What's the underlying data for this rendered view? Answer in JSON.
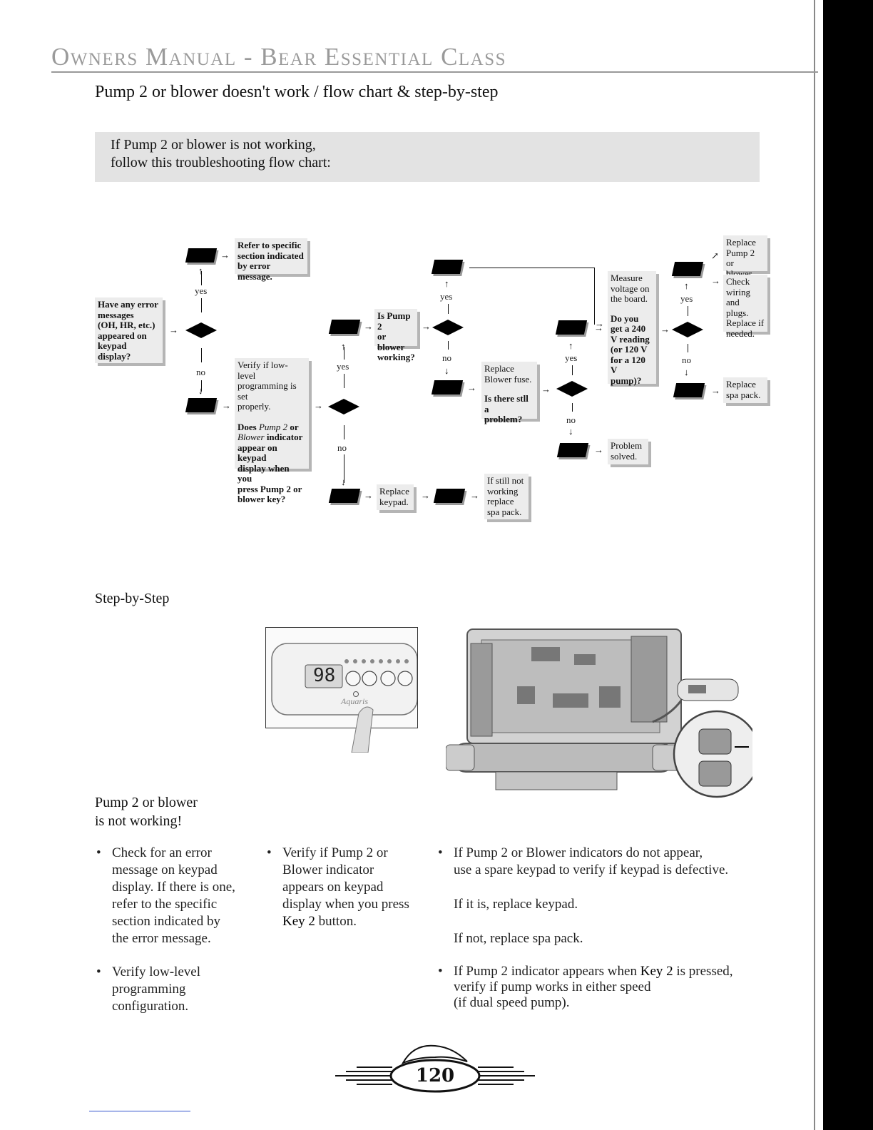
{
  "header": {
    "title": "Owners Manual - Bear Essential Class",
    "page_heading": "Pump 2 or blower doesn't work / flow chart & step-by-step"
  },
  "intro": {
    "line1": "If Pump 2 or blower is not working,",
    "line2": "follow this troubleshooting flow chart:"
  },
  "flowchart": {
    "start": [
      "Have any error",
      "messages",
      "(OH, HR, etc.)",
      "appeared on",
      "keypad display?"
    ],
    "refer": [
      "Refer to specific",
      "section indicated",
      "by error message."
    ],
    "verify": [
      "Verify if low-level",
      "programming is set",
      "properly."
    ],
    "verify_q_a": "Does ",
    "verify_q_b": "Pump 2",
    "verify_q_c": " or",
    "verify_q_d": "Blower",
    "verify_q_e": " indicator",
    "verify_q_rest": [
      "appear on keypad",
      "display when you",
      "press Pump 2 or",
      "blower key?"
    ],
    "is_pump": [
      "Is Pump 2",
      "or blower",
      "working?"
    ],
    "replace_fuse": [
      "Replace",
      "Blower fuse."
    ],
    "still_problem": [
      "Is there stll a",
      "problem?"
    ],
    "replace_keypad": [
      "Replace",
      "keypad."
    ],
    "if_still": [
      "If still not",
      "working",
      "replace",
      "spa pack."
    ],
    "measure": [
      "Measure",
      "voltage on",
      "the board."
    ],
    "do_you": [
      "Do you",
      "get a 240",
      "V reading",
      "(or 120 V",
      "for a 120 V",
      "pump)?"
    ],
    "problem_solved": [
      "Problem",
      "solved."
    ],
    "replace_pump": [
      "Replace",
      "Pump 2 or",
      "blower."
    ],
    "check_wiring": [
      "Check",
      "wiring and",
      "plugs.",
      "Replace if",
      "needed."
    ],
    "replace_spa": [
      "Replace",
      "spa pack."
    ],
    "yes": "yes",
    "no": "no"
  },
  "step": {
    "heading": "Step-by-Step",
    "display_value": "98",
    "sub1": "Pump 2 or blower",
    "sub2": "is not working!",
    "col1_b1": [
      "Check for an error",
      "message on keypad",
      "display. If there is one,",
      "refer to the specific",
      "section indicated by",
      "the error message."
    ],
    "col1_b2": [
      "Verify low-level",
      "programming",
      "configuration."
    ],
    "col2_b1": [
      "Verify if Pump 2 or",
      "Blower indicator",
      "appears on keypad",
      "display when you press"
    ],
    "col2_key": "Key 2",
    "col2_tail": " button.",
    "col3_b1_l1": "If Pump 2 or Blower indicators do not appear,",
    "col3_b1_l2": "use a spare keypad to verify if keypad is defective.",
    "col3_p1": "If it is, replace keypad.",
    "col3_p2": "If not, replace spa pack.",
    "col3_b2_a": "If Pump 2  indicator appears when ",
    "col3_b2_key": "Key 2",
    "col3_b2_b": " is pressed,",
    "col3_b2_l2": "verify if pump works in either speed",
    "col3_b2_l3": "(if dual speed pump)."
  },
  "footer": {
    "page_number": "120"
  }
}
